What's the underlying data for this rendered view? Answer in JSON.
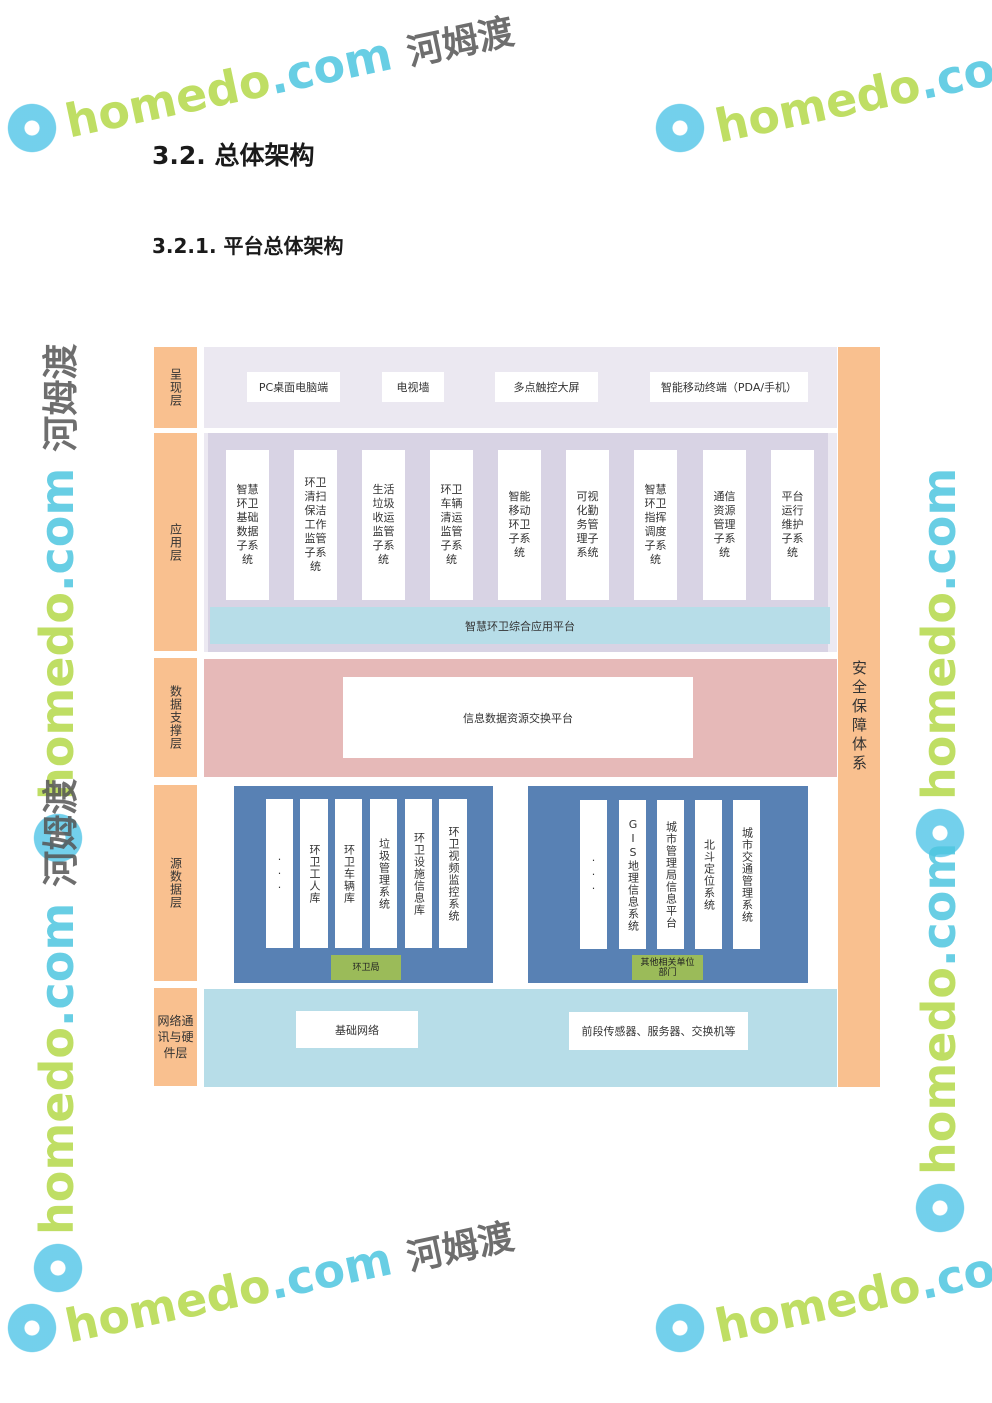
{
  "heading": "3.2.   总体架构",
  "subheading": "3.2.1. 平台总体架构",
  "diagram": {
    "layers": [
      "呈现层",
      "应用层",
      "数据支撑层",
      "源数据层",
      "网络通讯与硬件层"
    ],
    "security": "安全保障体系",
    "presentation": [
      "PC桌面电脑端",
      "电视墙",
      "多点触控大屏",
      "智能移动终端（PDA/手机）"
    ],
    "applications": [
      "智慧环卫基础数据子系统",
      "环卫清扫保洁工作监管子系统",
      "生活垃圾收运监管子系统",
      "环卫车辆清运监管子系统",
      "智能移动环卫子系统",
      "可视化勤务管理子系统",
      "智慧环卫指挥调度子系统",
      "通信资源管理子系统",
      "平台运行维护子系统"
    ],
    "app_platform": "智慧环卫综合应用平台",
    "data_platform": "信息数据资源交换平台",
    "source_left": {
      "items": [
        "···",
        "环卫工人库",
        "环卫车辆库",
        "垃圾管理系统",
        "环卫设施信息库",
        "环卫视频监控系统"
      ],
      "label": "环卫局"
    },
    "source_right": {
      "items": [
        "···",
        "GIS地理信息系统",
        "城市管理局信息平台",
        "北斗定位系统",
        "城市交通管理系统"
      ],
      "label": "其他相关单位部门"
    },
    "network": [
      "基础网络",
      "前段传感器、服务器、交换机等"
    ]
  },
  "watermark": {
    "latin": "homedo",
    "dot": ".com",
    "cn": "河姆渡"
  }
}
